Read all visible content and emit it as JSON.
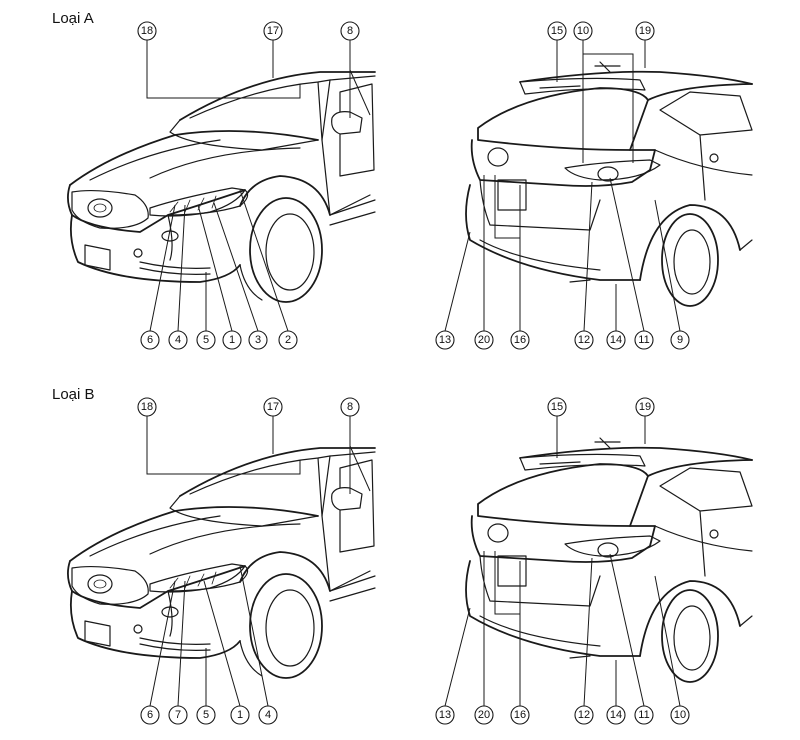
{
  "sections": [
    {
      "label": "Loại A"
    },
    {
      "label": "Loại B"
    }
  ],
  "callouts": {
    "a_front": [
      "18",
      "17",
      "8",
      "6",
      "4",
      "5",
      "1",
      "3",
      "2"
    ],
    "a_rear": [
      "15",
      "10",
      "19",
      "13",
      "20",
      "16",
      "12",
      "14",
      "11",
      "9"
    ],
    "b_front": [
      "18",
      "17",
      "8",
      "6",
      "7",
      "5",
      "1",
      "4"
    ],
    "b_rear": [
      "15",
      "19",
      "13",
      "20",
      "16",
      "12",
      "14",
      "11",
      "10"
    ]
  }
}
